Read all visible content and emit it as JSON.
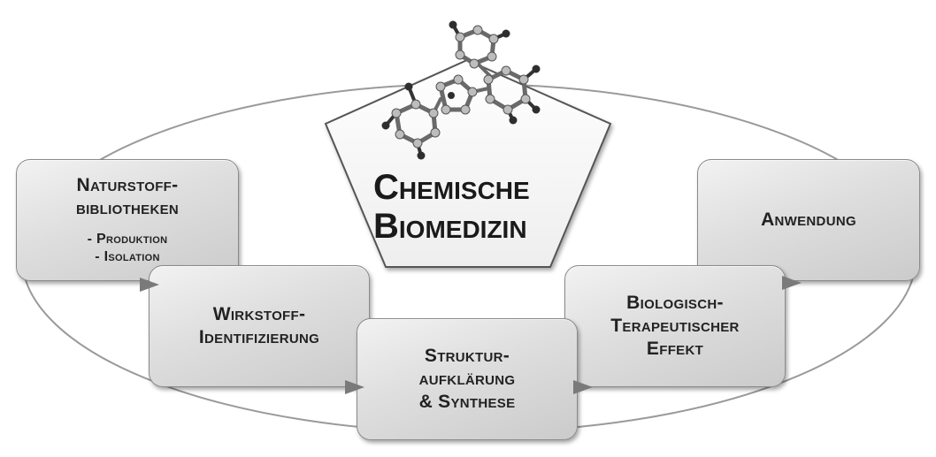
{
  "center": {
    "title_line1": "Chemische",
    "title_line2": "Biomedizin",
    "icon": "molecule-icon"
  },
  "steps": {
    "naturstoff": {
      "line1": "Naturstoff-",
      "line2": "bibliotheken",
      "sub1": "- Produktion",
      "sub2": "- Isolation"
    },
    "wirkstoff": {
      "line1": "Wirkstoff-",
      "line2": "Identifizierung"
    },
    "struktur": {
      "line1": "Struktur-",
      "line2": "aufklärung",
      "line3": "& Synthese"
    },
    "biologisch": {
      "line1": "Biologisch-",
      "line2": "Terapeutischer",
      "line3": "Effekt"
    },
    "anwendung": {
      "line1": "Anwendung"
    }
  },
  "colors": {
    "box_fill": "#d8d8d8",
    "outline": "#8a8a8a",
    "arrow": "#7a7a7a",
    "text": "#222222"
  }
}
